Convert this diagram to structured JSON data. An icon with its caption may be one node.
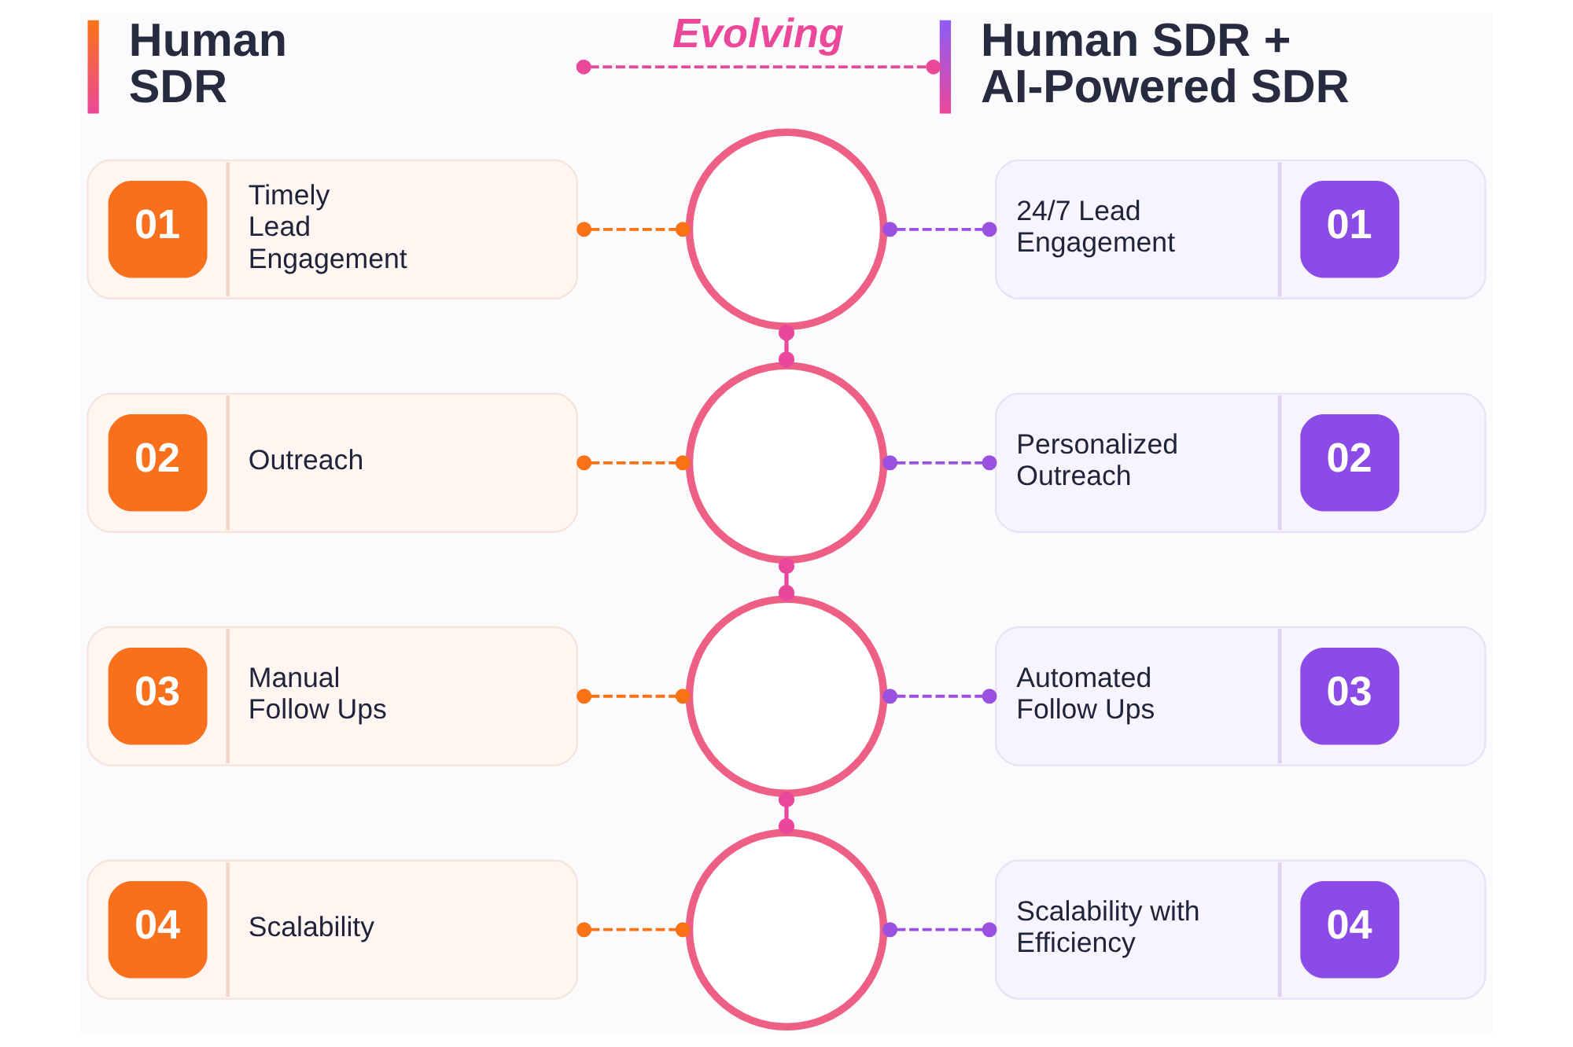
{
  "diagram": {
    "nodes": [
      {
        "text": [
          "Human SDR"
        ]
      },
      {
        "text": [
          "Human SDR + AI-Powered SDR"
        ]
      },
      {
        "text": [
          "01",
          "Timely Lead Engagement"
        ]
      },
      {
        "text": [],
        "shape": "circle"
      },
      {
        "text": [
          "24/7 Lead Engagement",
          "01"
        ]
      },
      {
        "text": [
          "02",
          "Outreach"
        ]
      },
      {
        "text": [],
        "shape": "circle"
      },
      {
        "text": [
          "Personalized Outreach",
          "02"
        ]
      },
      {
        "text": [
          "03",
          "Manual Follow Ups"
        ]
      },
      {
        "text": [],
        "shape": "circle"
      },
      {
        "text": [
          "Automated Follow Ups",
          "03"
        ]
      },
      {
        "text": [
          "04",
          "Scalability"
        ]
      },
      {
        "text": [],
        "shape": "circle"
      },
      {
        "text": [
          "Scalability with Efficiency",
          "04"
        ]
      }
    ],
    "edges": [
      {
        "from": 0,
        "to": 1,
        "arrow": "other",
        "label": "Evolving",
        "style": "dashed",
        "color": "#ec4899"
      },
      {
        "from": 2,
        "to": 3,
        "arrow": "other",
        "style": "dashed",
        "color": "#f97316"
      },
      {
        "from": 3,
        "to": 4,
        "arrow": "other",
        "style": "dashed",
        "color": "#9b51e0"
      },
      {
        "from": 3,
        "to": 6,
        "arrow": "other",
        "color": "#e8479b"
      },
      {
        "from": 5,
        "to": 6,
        "arrow": "other",
        "style": "dashed",
        "color": "#f97316"
      },
      {
        "from": 6,
        "to": 7,
        "arrow": "other",
        "style": "dashed",
        "color": "#9b51e0"
      },
      {
        "from": 6,
        "to": 9,
        "arrow": "other",
        "color": "#e8479b"
      },
      {
        "from": 8,
        "to": 9,
        "arrow": "other",
        "style": "dashed",
        "color": "#f97316"
      },
      {
        "from": 9,
        "to": 10,
        "arrow": "other",
        "style": "dashed",
        "color": "#9b51e0"
      },
      {
        "from": 9,
        "to": 12,
        "arrow": "other",
        "color": "#e8479b"
      },
      {
        "from": 11,
        "to": 12,
        "arrow": "other",
        "style": "dashed",
        "color": "#f97316"
      },
      {
        "from": 12,
        "to": 13,
        "arrow": "other",
        "style": "dashed",
        "color": "#9b51e0"
      }
    ]
  }
}
